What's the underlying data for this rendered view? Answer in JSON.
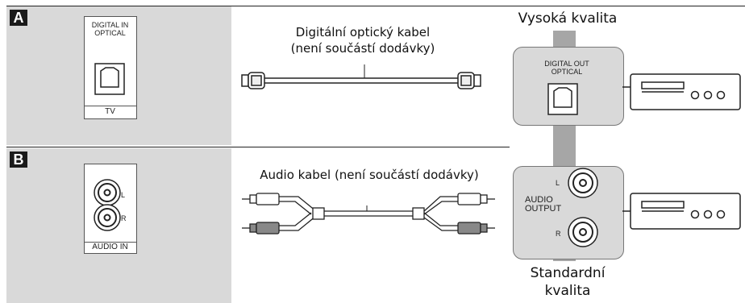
{
  "sections": {
    "a": {
      "badge": "A",
      "tv_port_label": "DIGITAL IN\nOPTICAL",
      "tv_label": "TV",
      "cable_label_line1": "Digitální optický kabel",
      "cable_label_line2": "(není součástí dodávky)",
      "device_port_label": "DIGITAL OUT\nOPTICAL"
    },
    "b": {
      "badge": "B",
      "left_l": "L",
      "left_r": "R",
      "left_label": "AUDIO IN",
      "cable_label": "Audio kabel (není součástí dodávky)",
      "device_label": "AUDIO\nOUTPUT",
      "device_l": "L",
      "device_r": "R"
    }
  },
  "quality": {
    "high": "Vysoká kvalita",
    "standard_line1": "Standardní",
    "standard_line2": "kvalita"
  },
  "colors": {
    "panel_gray": "#d9d9d9",
    "badge_bg": "#1a1a1a",
    "quality_bar": "#a6a6a6"
  }
}
